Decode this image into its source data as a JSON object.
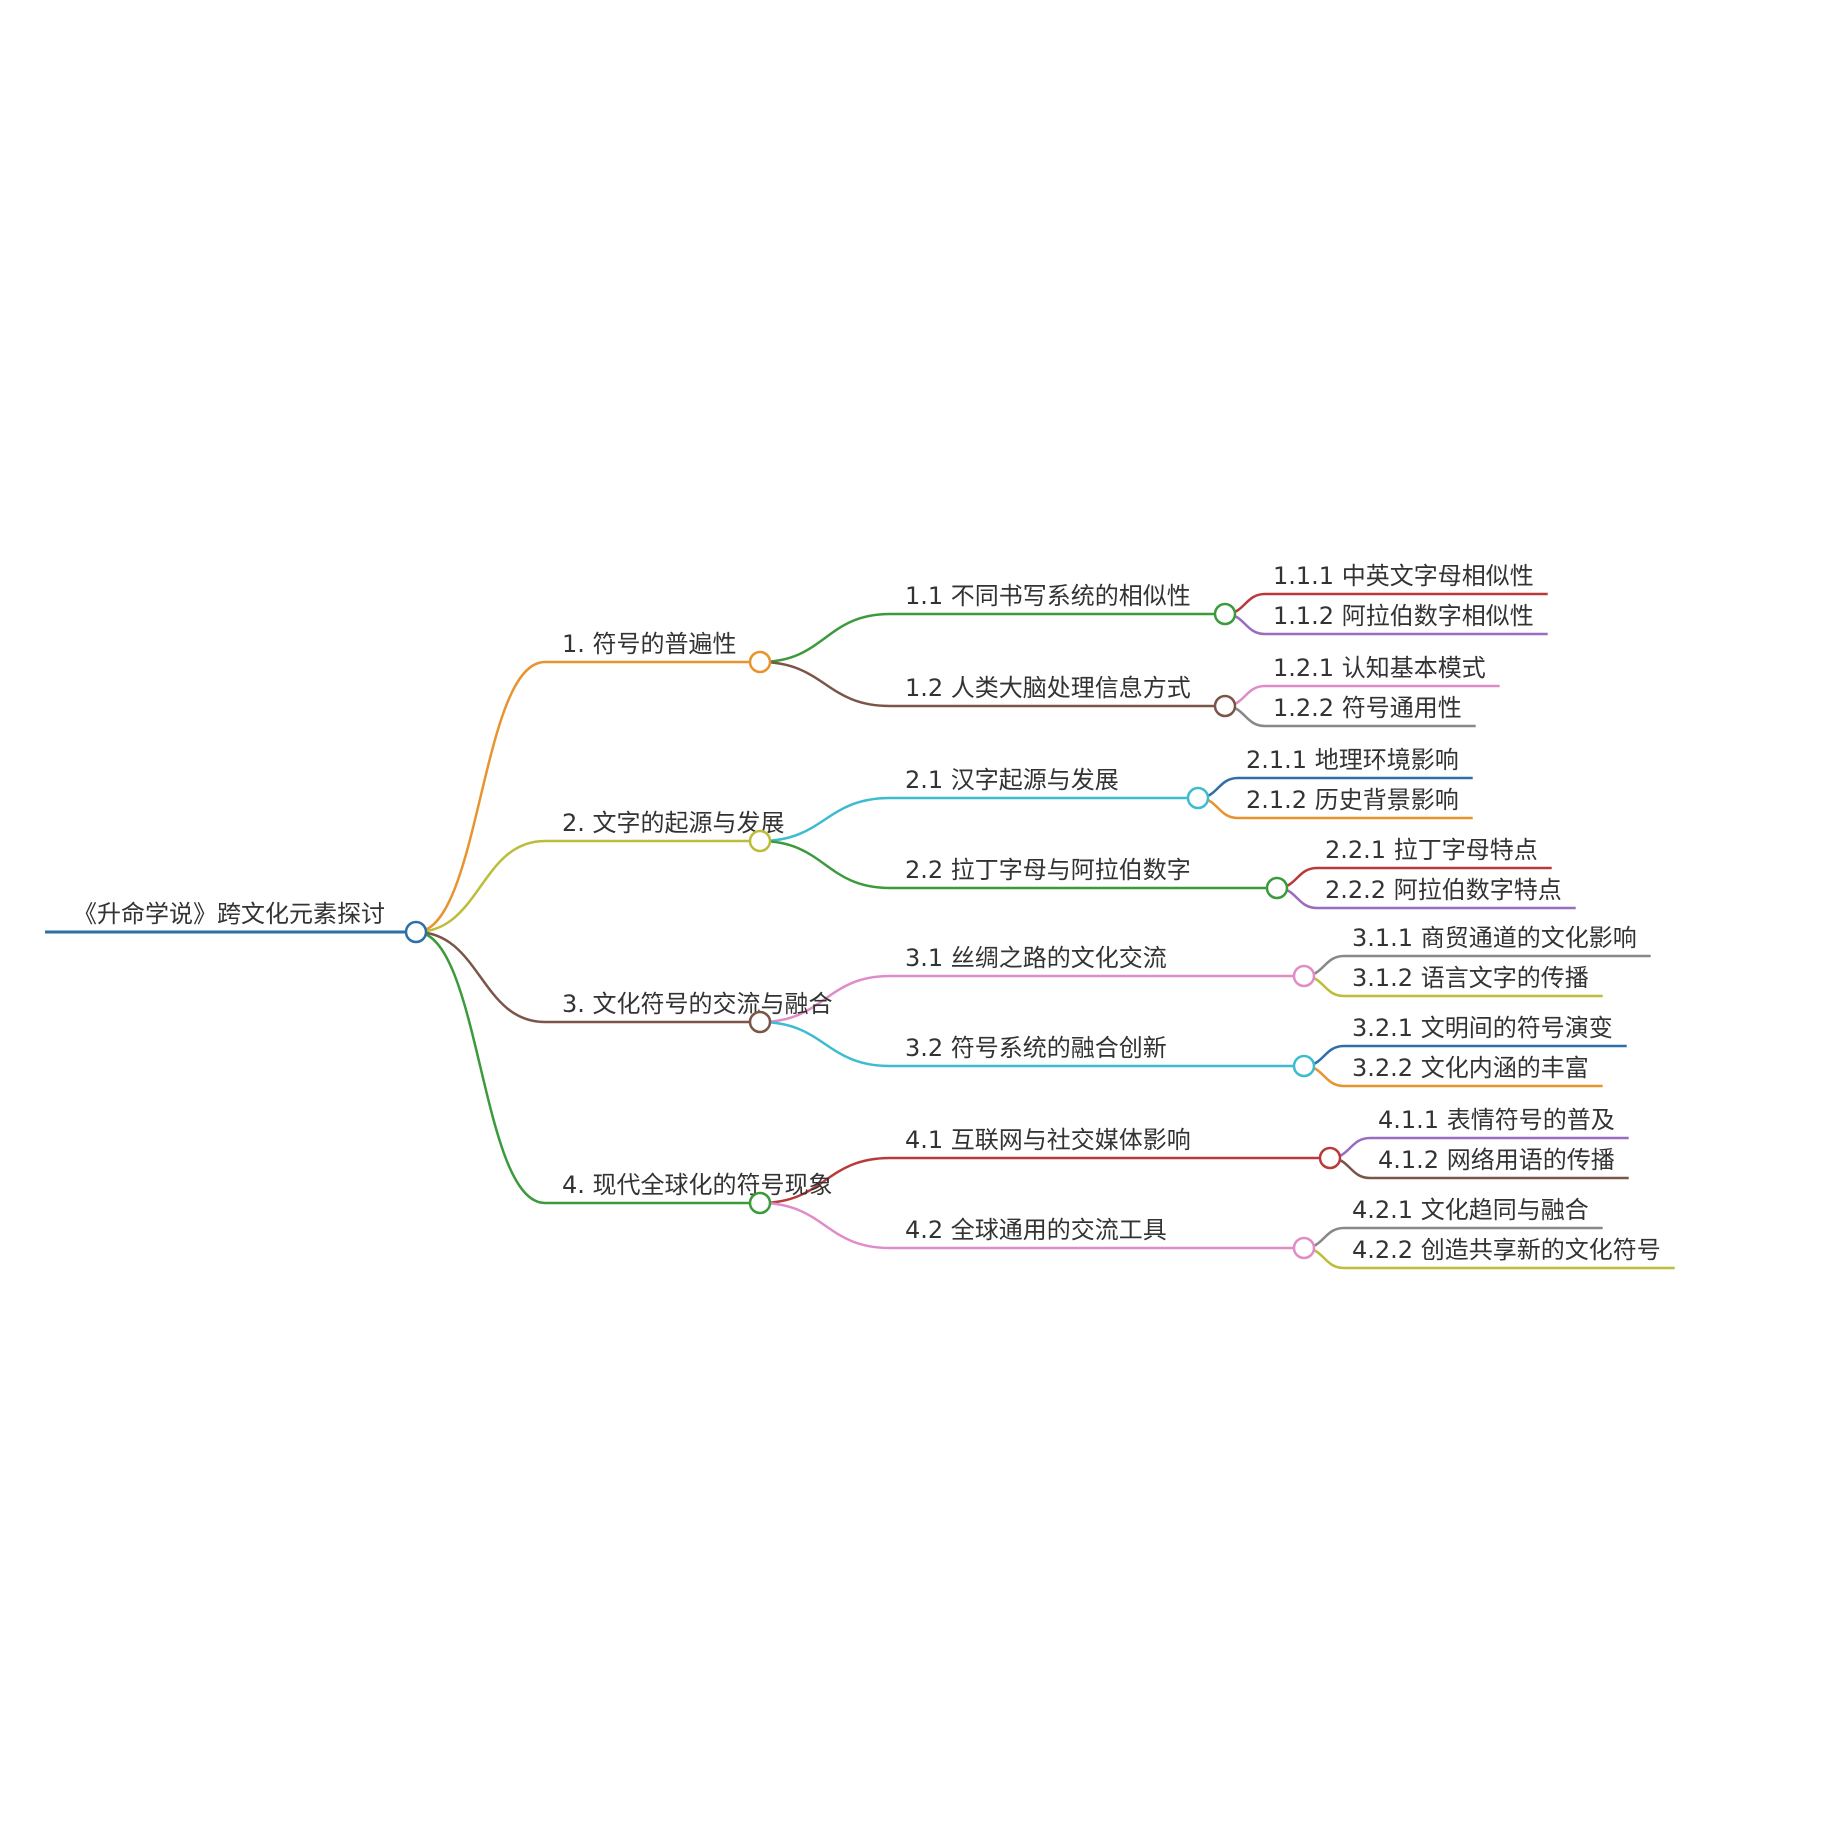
{
  "root": {
    "label": "《升命学说》跨文化元素探讨",
    "color": "#2e6fa8",
    "children": [
      {
        "label": "1. 符号的普遍性",
        "color": "#e8942e",
        "children": [
          {
            "label": "1.1 不同书写系统的相似性",
            "color": "#3b9a3b",
            "children": [
              {
                "label": "1.1.1 中英文字母相似性",
                "color": "#b83a3a"
              },
              {
                "label": "1.1.2 阿拉伯数字相似性",
                "color": "#9a6cc0"
              }
            ]
          },
          {
            "label": "1.2 人类大脑处理信息方式",
            "color": "#7a5548",
            "children": [
              {
                "label": "1.2.1 认知基本模式",
                "color": "#e08cc8"
              },
              {
                "label": "1.2.2 符号通用性",
                "color": "#888888"
              }
            ]
          }
        ]
      },
      {
        "label": "2. 文字的起源与发展",
        "color": "#bcbd3a",
        "children": [
          {
            "label": "2.1 汉字起源与发展",
            "color": "#3cbcd0",
            "children": [
              {
                "label": "2.1.1 地理环境影响",
                "color": "#2e6fa8"
              },
              {
                "label": "2.1.2 历史背景影响",
                "color": "#e8942e"
              }
            ]
          },
          {
            "label": "2.2 拉丁字母与阿拉伯数字",
            "color": "#3b9a3b",
            "children": [
              {
                "label": "2.2.1 拉丁字母特点",
                "color": "#b83a3a"
              },
              {
                "label": "2.2.2 阿拉伯数字特点",
                "color": "#9a6cc0"
              }
            ]
          }
        ]
      },
      {
        "label": "3. 文化符号的交流与融合",
        "color": "#7a5548",
        "children": [
          {
            "label": "3.1 丝绸之路的文化交流",
            "color": "#e08cc8",
            "children": [
              {
                "label": "3.1.1 商贸通道的文化影响",
                "color": "#888888"
              },
              {
                "label": "3.1.2 语言文字的传播",
                "color": "#bcbd3a"
              }
            ]
          },
          {
            "label": "3.2 符号系统的融合创新",
            "color": "#3cbcd0",
            "children": [
              {
                "label": "3.2.1 文明间的符号演变",
                "color": "#2e6fa8"
              },
              {
                "label": "3.2.2 文化内涵的丰富",
                "color": "#e8942e"
              }
            ]
          }
        ]
      },
      {
        "label": "4. 现代全球化的符号现象",
        "color": "#3b9a3b",
        "children": [
          {
            "label": "4.1 互联网与社交媒体影响",
            "color": "#b83a3a",
            "children": [
              {
                "label": "4.1.1 表情符号的普及",
                "color": "#9a6cc0"
              },
              {
                "label": "4.1.2 网络用语的传播",
                "color": "#7a5548"
              }
            ]
          },
          {
            "label": "4.2 全球通用的交流工具",
            "color": "#e08cc8",
            "children": [
              {
                "label": "4.2.1 文化趋同与融合",
                "color": "#888888"
              },
              {
                "label": "4.2.2 创造共享新的文化符号",
                "color": "#bcbd3a"
              }
            ]
          }
        ]
      }
    ]
  }
}
